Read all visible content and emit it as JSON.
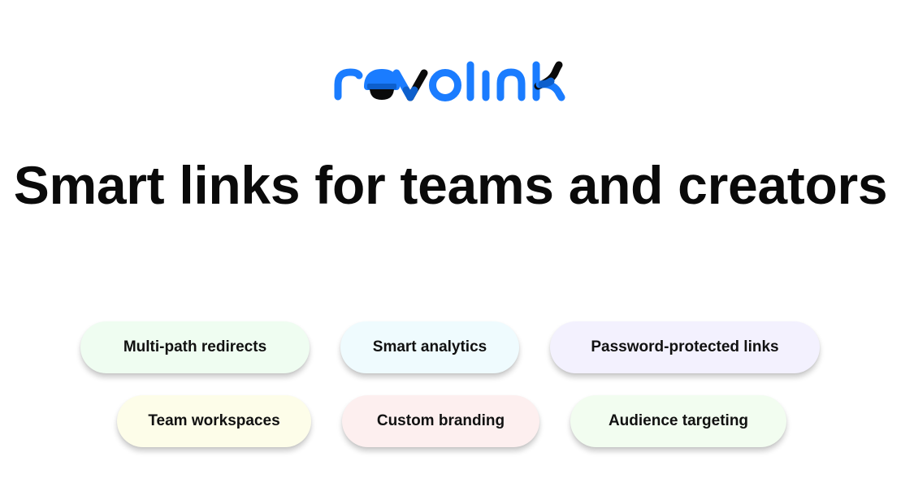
{
  "brand": {
    "name": "revolink",
    "logo_icon": "revolink-wordmark-logo",
    "colors": {
      "primary_blue": "#1a7cff",
      "accent_black": "#0a0a0a",
      "overlap_blue": "#0d5fcc"
    }
  },
  "hero": {
    "headline": "Smart links for teams and creators"
  },
  "features": {
    "row1": [
      {
        "label": "Multi-path redirects",
        "bg": "#effdf1"
      },
      {
        "label": "Smart analytics",
        "bg": "#effbfe"
      },
      {
        "label": "Password-protected links",
        "bg": "#f3f1fe"
      }
    ],
    "row2": [
      {
        "label": "Team workspaces",
        "bg": "#fdfde9"
      },
      {
        "label": "Custom branding",
        "bg": "#fdefef"
      },
      {
        "label": "Audience targeting",
        "bg": "#f2fdf0"
      }
    ]
  }
}
